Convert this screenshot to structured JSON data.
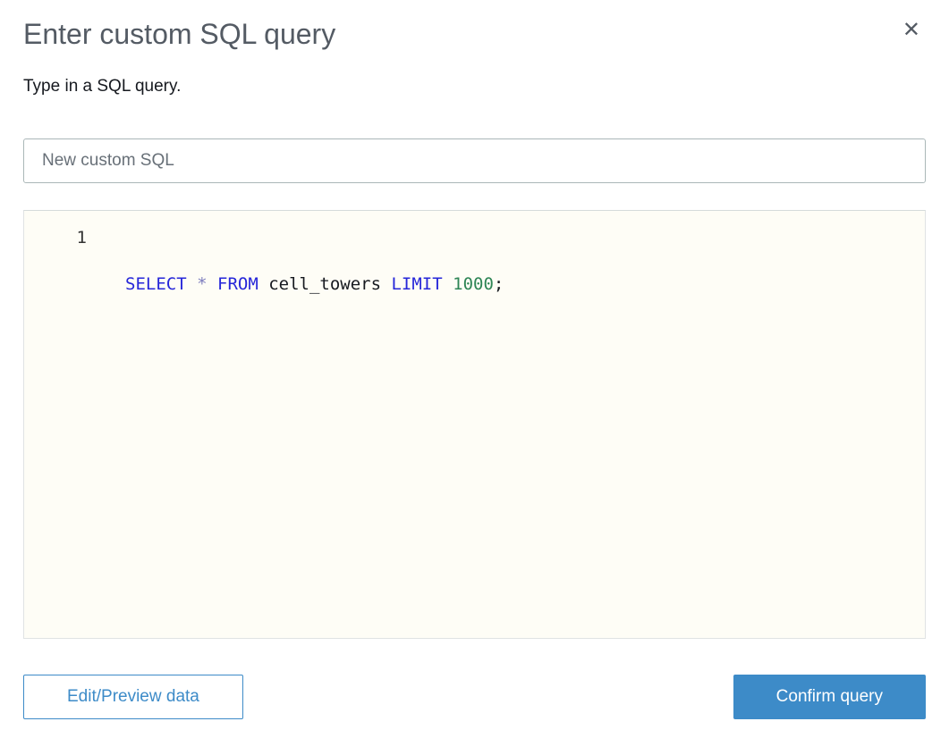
{
  "colors": {
    "accent-blue": "#3d8bc8",
    "keyword": "#2626d9",
    "operator": "#7d7dbe",
    "number": "#2e8555",
    "code-text": "#16191f"
  },
  "dialog": {
    "title": "Enter custom SQL query",
    "close_icon": "✕",
    "subtitle": "Type in a SQL query."
  },
  "query_name_input": {
    "value": "New custom SQL"
  },
  "editor": {
    "line_number": "1",
    "code_text": "SELECT * FROM cell_towers LIMIT 1000;",
    "code_tokens": [
      {
        "text": "SELECT",
        "type": "keyword"
      },
      {
        "text": " ",
        "type": "plain"
      },
      {
        "text": "*",
        "type": "operator"
      },
      {
        "text": " ",
        "type": "plain"
      },
      {
        "text": "FROM",
        "type": "keyword"
      },
      {
        "text": " cell_towers ",
        "type": "plain"
      },
      {
        "text": "LIMIT",
        "type": "keyword"
      },
      {
        "text": " ",
        "type": "plain"
      },
      {
        "text": "1000",
        "type": "number"
      },
      {
        "text": ";",
        "type": "plain"
      }
    ]
  },
  "footer": {
    "edit_preview_label": "Edit/Preview data",
    "confirm_label": "Confirm query"
  }
}
